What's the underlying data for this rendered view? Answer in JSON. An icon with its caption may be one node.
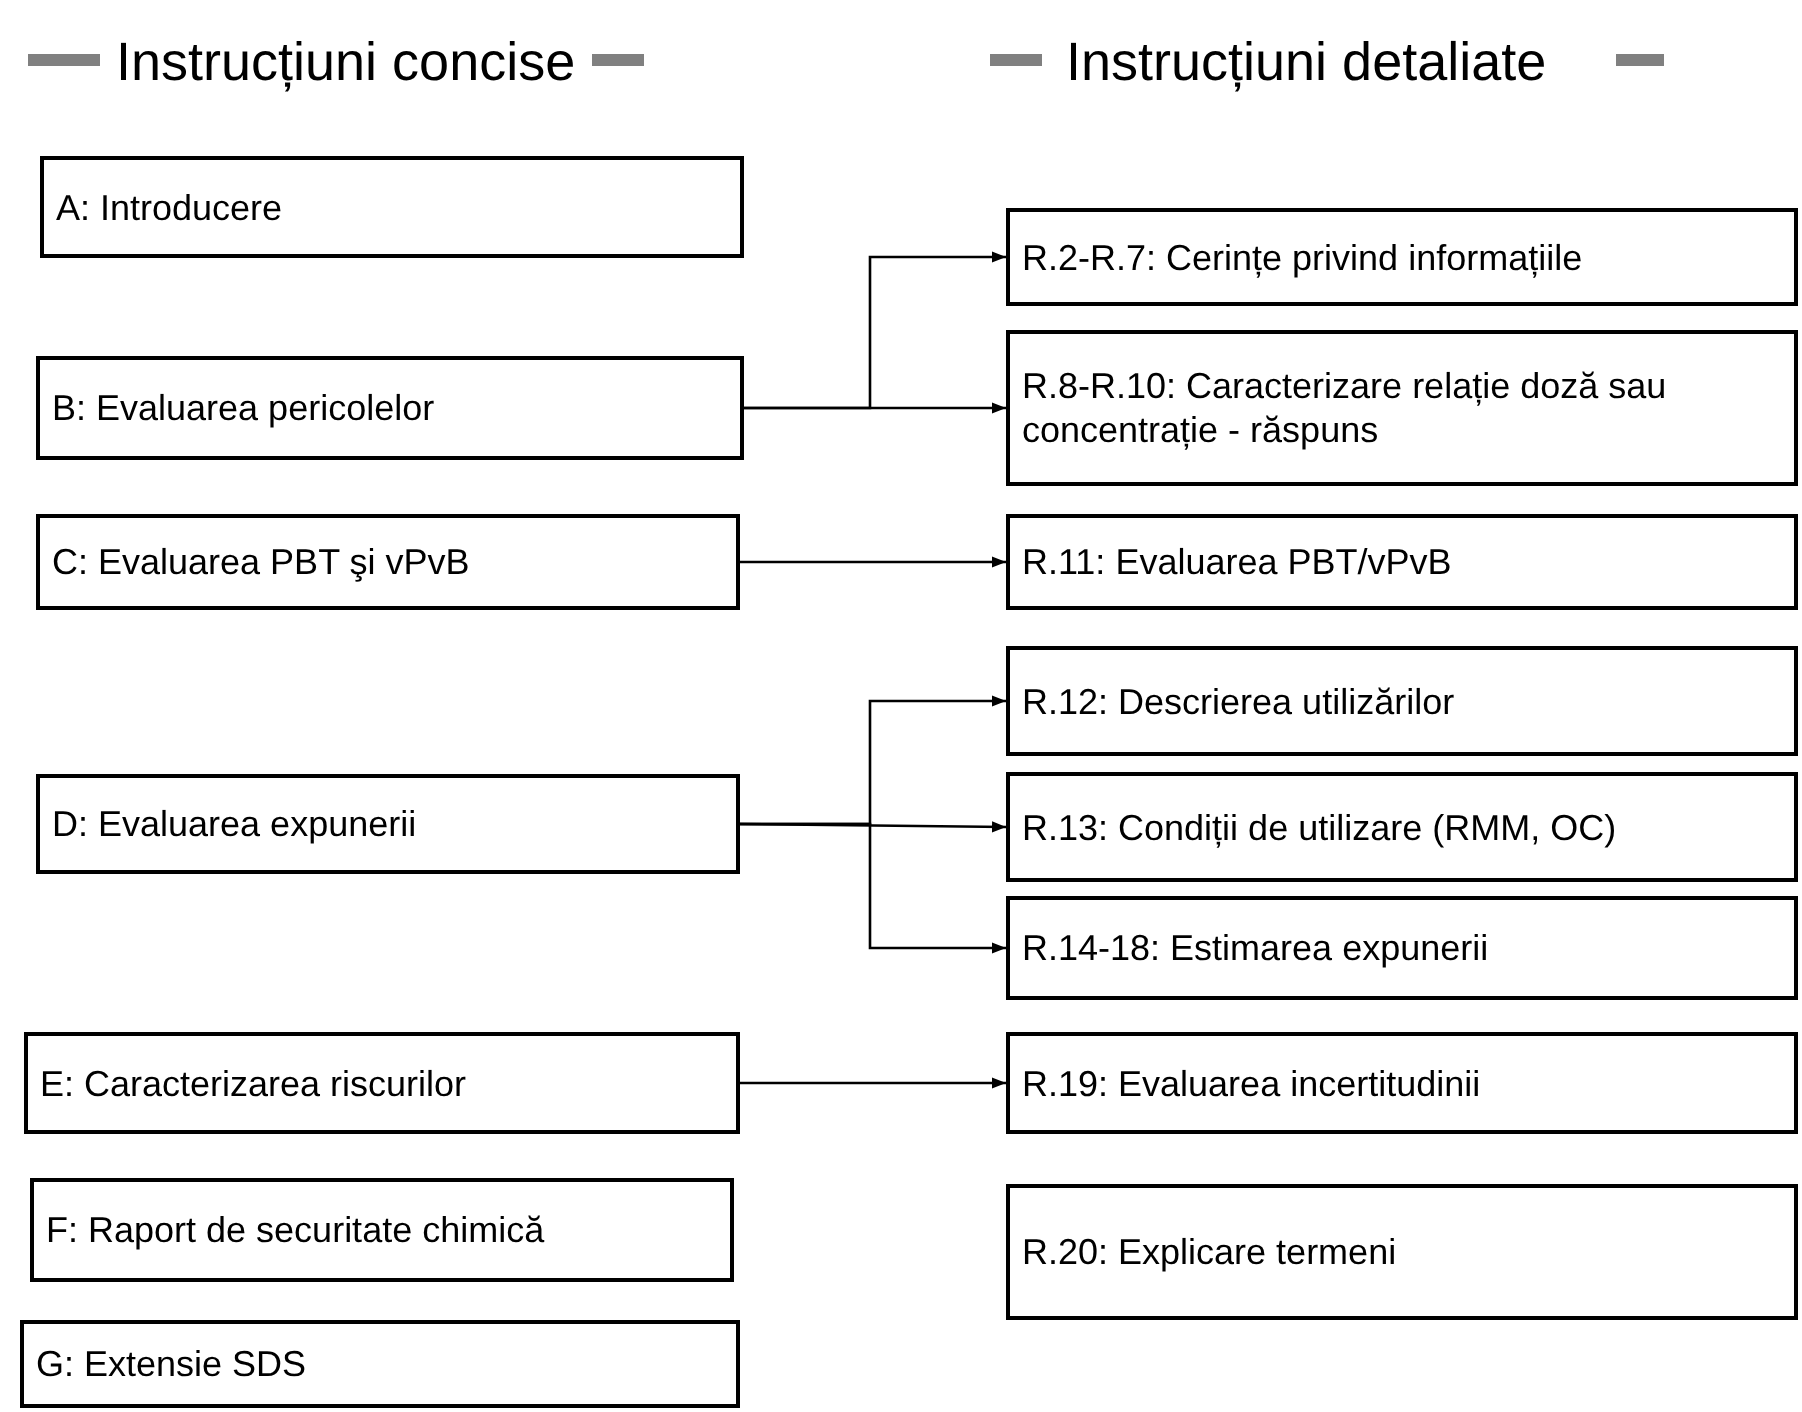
{
  "diagram": {
    "nodes": [
      {
        "text": [
          "A: Introducere"
        ]
      },
      {
        "text": [
          "B: Evaluarea pericolelor"
        ]
      },
      {
        "text": [
          "C: Evaluarea PBT şi vPvB"
        ]
      },
      {
        "text": [
          "D: Evaluarea expunerii"
        ]
      },
      {
        "text": [
          "E: Caracterizarea riscurilor"
        ]
      },
      {
        "text": [
          "F: Raport de securitate chimică"
        ]
      },
      {
        "text": [
          "G: Extensie SDS"
        ]
      },
      {
        "text": [
          "R.2-R.7: Cerințe privind informațiile"
        ]
      },
      {
        "text": [
          "R.8-R.10: Caracterizare relație doză sau concentrație - răspuns"
        ]
      },
      {
        "text": [
          "R.11: Evaluarea PBT/vPvB"
        ]
      },
      {
        "text": [
          "R.12: Descrierea utilizărilor"
        ]
      },
      {
        "text": [
          "R.13: Condiții de utilizare (RMM, OC)"
        ]
      },
      {
        "text": [
          "R.14-18: Estimarea expunerii"
        ]
      },
      {
        "text": [
          "R.19: Evaluarea incertitudinii"
        ]
      },
      {
        "text": [
          "R.20: Explicare termeni"
        ]
      }
    ],
    "edges": [
      {
        "from": 1,
        "to": 7,
        "arrow": "to"
      },
      {
        "from": 1,
        "to": 8,
        "arrow": "to"
      },
      {
        "from": 2,
        "to": 9,
        "arrow": "to"
      },
      {
        "from": 3,
        "to": 10,
        "arrow": "to"
      },
      {
        "from": 3,
        "to": 11,
        "arrow": "to"
      },
      {
        "from": 3,
        "to": 12,
        "arrow": "to"
      },
      {
        "from": 4,
        "to": 13,
        "arrow": "to"
      }
    ],
    "labels": [
      "Instrucțiuni concise",
      "Instrucțiuni detaliate"
    ]
  }
}
